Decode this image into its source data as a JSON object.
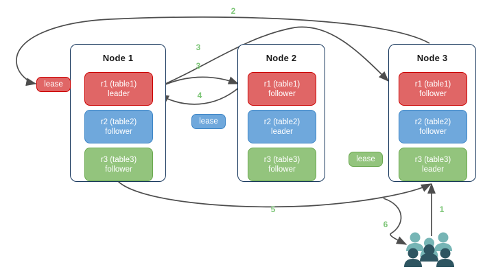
{
  "diagram": {
    "title": "raft-lease-distribution",
    "palette": {
      "red_fill": "#e06666",
      "red_border": "#cc0000",
      "blue_fill": "#6fa8dc",
      "blue_border": "#3d85c6",
      "green_fill": "#93c47d",
      "green_border": "#6aa84f",
      "node_border": "#16365c",
      "arrow": "#4d4d4d",
      "label_green": "#7cc576",
      "users_light": "#76b5b5",
      "users_dark": "#2e5561"
    }
  },
  "nodes": [
    {
      "id": "node1",
      "title": "Node 1",
      "replicas": [
        {
          "name": "r1 (table1)",
          "role": "leader",
          "color": "red"
        },
        {
          "name": "r2 (table2)",
          "role": "follower",
          "color": "blue"
        },
        {
          "name": "r3 (table3)",
          "role": "follower",
          "color": "green"
        }
      ]
    },
    {
      "id": "node2",
      "title": "Node 2",
      "replicas": [
        {
          "name": "r1 (table1)",
          "role": "follower",
          "color": "red"
        },
        {
          "name": "r2 (table2)",
          "role": "leader",
          "color": "blue"
        },
        {
          "name": "r3 (table3)",
          "role": "follower",
          "color": "green"
        }
      ]
    },
    {
      "id": "node3",
      "title": "Node 3",
      "replicas": [
        {
          "name": "r1 (table1)",
          "role": "follower",
          "color": "red"
        },
        {
          "name": "r2 (table2)",
          "role": "follower",
          "color": "blue"
        },
        {
          "name": "r3 (table3)",
          "role": "leader",
          "color": "green"
        }
      ]
    }
  ],
  "leases": [
    {
      "id": "lease-table1",
      "label": "lease",
      "color": "red"
    },
    {
      "id": "lease-table2",
      "label": "lease",
      "color": "blue"
    },
    {
      "id": "lease-table3",
      "label": "lease",
      "color": "green"
    }
  ],
  "edge_labels": [
    {
      "id": "step-1",
      "text": "1"
    },
    {
      "id": "step-2",
      "text": "2"
    },
    {
      "id": "step-3a",
      "text": "3"
    },
    {
      "id": "step-3b",
      "text": "3"
    },
    {
      "id": "step-4",
      "text": "4"
    },
    {
      "id": "step-5",
      "text": "5"
    },
    {
      "id": "step-6",
      "text": "6"
    }
  ],
  "actors": {
    "users_label": "users-group"
  }
}
